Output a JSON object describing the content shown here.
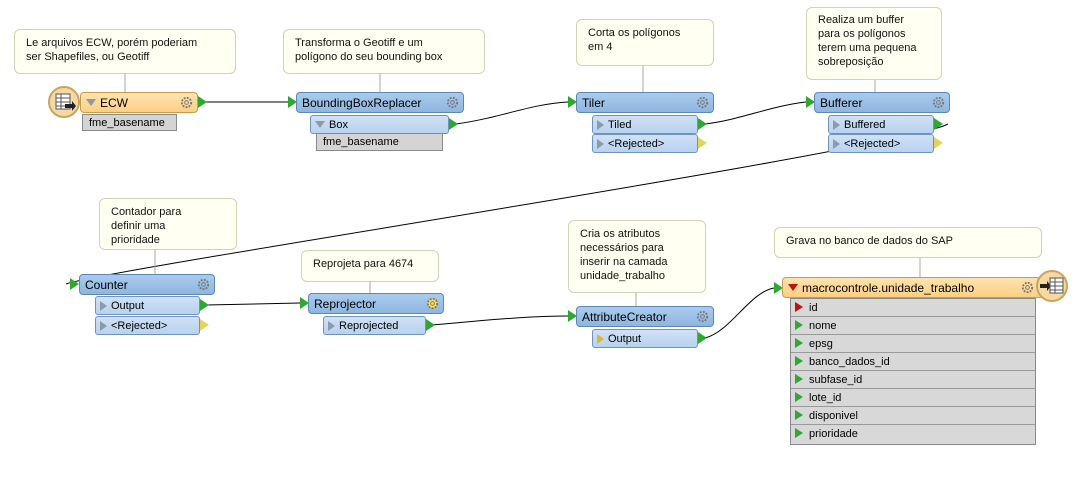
{
  "annotations": {
    "ecw": "Le arquivos ECW, porém poderiam\nser Shapefiles, ou Geotiff",
    "bbox": "Transforma o Geotiff e um\npolígono do seu bounding box",
    "tiler": "Corta os polígonos\nem 4",
    "bufferer": "Realiza um buffer\npara os polígonos\nterem uma pequena\nsobreposição",
    "counter": "Contador para\ndefinir uma\nprioridade",
    "reprojector": "Reprojeta para 4674",
    "attrcreator": "Cria os atributos\nnecessários para\ninserir na camada\nunidade_trabalho",
    "writer": "Grava no banco de dados do SAP"
  },
  "reader": {
    "name": "ECW",
    "attribute": "fme_basename"
  },
  "bbox": {
    "name": "BoundingBoxReplacer",
    "port": "Box",
    "attribute": "fme_basename"
  },
  "tiler": {
    "name": "Tiler",
    "port_out": "Tiled",
    "port_rej": "<Rejected>"
  },
  "bufferer": {
    "name": "Bufferer",
    "port_out": "Buffered",
    "port_rej": "<Rejected>"
  },
  "counter": {
    "name": "Counter",
    "port_out": "Output",
    "port_rej": "<Rejected>"
  },
  "reprojector": {
    "name": "Reprojector",
    "port_out": "Reprojected"
  },
  "attrcreator": {
    "name": "AttributeCreator",
    "port_out": "Output"
  },
  "writer": {
    "name": "macrocontrole.unidade_trabalho",
    "attributes": [
      "id",
      "nome",
      "epsg",
      "banco_dados_id",
      "subfase_id",
      "lote_id",
      "disponivel",
      "prioridade"
    ]
  },
  "colors": {
    "transformer": "#9cc0e8",
    "reader_writer": "#fbd38e",
    "connector": "#2ea82e",
    "rejected": "#e4d45a"
  },
  "icons": [
    "table-icon",
    "gear-icon",
    "port-triangle-icon",
    "arrow-in-icon"
  ]
}
